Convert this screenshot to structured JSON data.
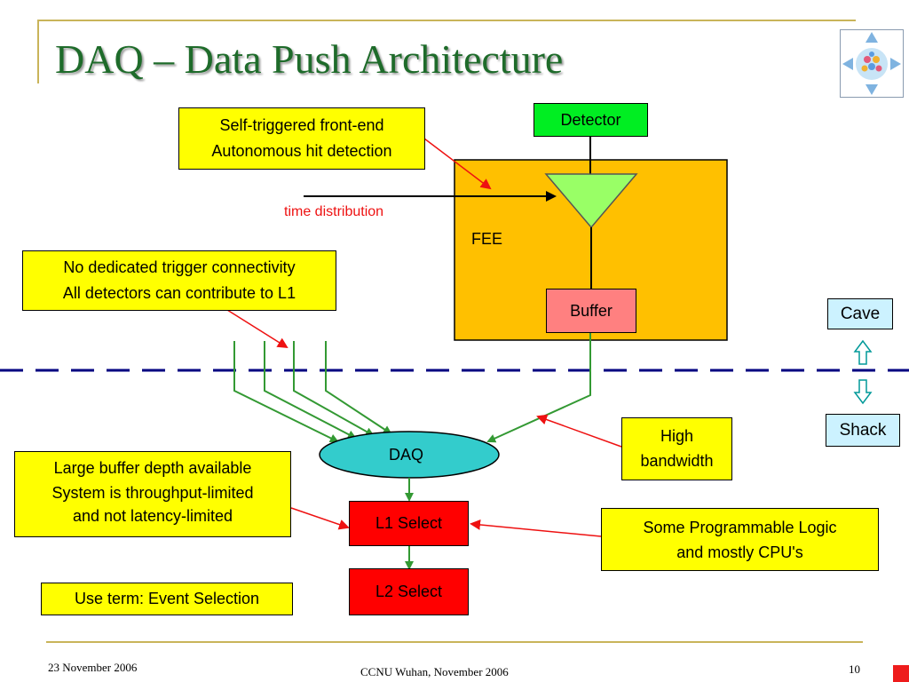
{
  "title": "DAQ – Data Push Architecture",
  "detector": "Detector",
  "fee": "FEE",
  "buffer": "Buffer",
  "daq": "DAQ",
  "l1_select": "L1 Select",
  "l2_select": "L2 Select",
  "time_distribution": "time distribution",
  "cave": "Cave",
  "shack": "Shack",
  "callouts": {
    "front_end": [
      "Self-triggered front-end",
      "Autonomous hit detection"
    ],
    "trigger": [
      "No dedicated trigger connectivity",
      "All detectors can contribute to L1"
    ],
    "buffer_depth": [
      "Large buffer depth available",
      "System is throughput-limited",
      "and not latency-limited"
    ],
    "bandwidth": [
      "High",
      "bandwidth"
    ],
    "logic": [
      "Some Programmable Logic",
      "and mostly CPU's"
    ],
    "event_selection": "Use term: Event Selection"
  },
  "footer": {
    "date": "23 November 2006",
    "venue": "CCNU Wuhan, November 2006",
    "page": "10"
  },
  "colors": {
    "title": "#1e6b2a",
    "fee_box": "#ffc000",
    "detector": "#00ee22",
    "buffer": "#ff8080",
    "daq": "#33cccc",
    "select": "#ff0000",
    "callout": "#ffff00",
    "connector": "#339933",
    "pointer": "#ee1111",
    "dashed": "#000080",
    "site_box": "#ccf2ff",
    "arrow_outline": "#009999"
  }
}
